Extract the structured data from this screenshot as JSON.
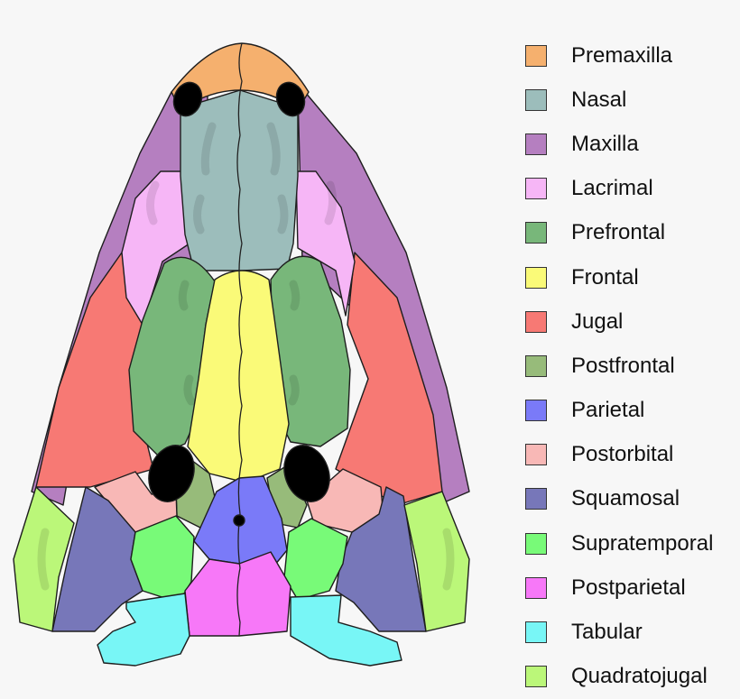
{
  "diagram": {
    "type": "skull-bone-map",
    "bones": [
      {
        "id": "premaxilla",
        "label": "Premaxilla",
        "color": "#F5B06E"
      },
      {
        "id": "nasal",
        "label": "Nasal",
        "color": "#9CBDBB"
      },
      {
        "id": "maxilla",
        "label": "Maxilla",
        "color": "#B57FC0"
      },
      {
        "id": "lacrimal",
        "label": "Lacrimal",
        "color": "#F6B6F6"
      },
      {
        "id": "prefrontal",
        "label": "Prefrontal",
        "color": "#78B77A"
      },
      {
        "id": "frontal",
        "label": "Frontal",
        "color": "#FAFA78"
      },
      {
        "id": "jugal",
        "label": "Jugal",
        "color": "#F77974"
      },
      {
        "id": "postfrontal",
        "label": "Postfrontal",
        "color": "#97BB7A"
      },
      {
        "id": "parietal",
        "label": "Parietal",
        "color": "#7A7AF8"
      },
      {
        "id": "postorbital",
        "label": "Postorbital",
        "color": "#F8B8B6"
      },
      {
        "id": "squamosal",
        "label": "Squamosal",
        "color": "#7777B9"
      },
      {
        "id": "supratemporal",
        "label": "Supratemporal",
        "color": "#78FA78"
      },
      {
        "id": "postparietal",
        "label": "Postparietal",
        "color": "#F778F8"
      },
      {
        "id": "tabular",
        "label": "Tabular",
        "color": "#78F6F6"
      },
      {
        "id": "quadratojugal",
        "label": "Quadratojugal",
        "color": "#BBF779"
      }
    ],
    "openings": {
      "color": "#000000"
    }
  }
}
